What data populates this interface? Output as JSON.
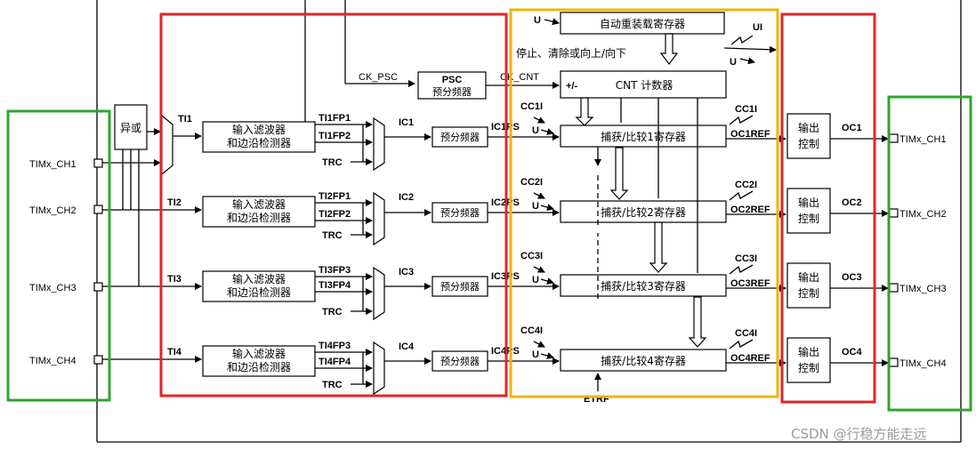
{
  "pins": [
    "TIMx_CH1",
    "TIMx_CH2",
    "TIMx_CH3",
    "TIMx_CH4"
  ],
  "xor_label": "异或",
  "ti": [
    "TI1",
    "TI2",
    "TI3",
    "TI4"
  ],
  "filter_line1": "输入滤波器",
  "filter_line2": "和边沿检测器",
  "tifp": [
    [
      "TI1FP1",
      "TI1FP2"
    ],
    [
      "TI2FP1",
      "TI2FP2"
    ],
    [
      "TI3FP3",
      "TI3FP4"
    ],
    [
      "TI4FP3",
      "TI4FP4"
    ]
  ],
  "trc": "TRC",
  "ic": [
    "IC1",
    "IC2",
    "IC3",
    "IC4"
  ],
  "prescaler_small": "预分频器",
  "icps": [
    "IC1PS",
    "IC2PS",
    "IC3PS",
    "IC4PS"
  ],
  "ccxi": [
    "CC1I",
    "CC2I",
    "CC3I",
    "CC4I"
  ],
  "capture": [
    "捕获/比较1寄存器",
    "捕获/比较2寄存器",
    "捕获/比较3寄存器",
    "捕获/比较4寄存器"
  ],
  "ocref": [
    "OC1REF",
    "OC2REF",
    "OC3REF",
    "OC4REF"
  ],
  "output_line1": "输出",
  "output_line2": "控制",
  "oc": [
    "OC1",
    "OC2",
    "OC3",
    "OC4"
  ],
  "arr": "自动重装载寄存器",
  "u": "U",
  "ui": "UI",
  "stop_text": "停止、清除或向上/向下",
  "ck_psc": "CK_PSC",
  "psc_line1": "PSC",
  "psc_line2": "预分频器",
  "ck_cnt": "CK_CNT",
  "plusminus": "+/-",
  "cnt": "CNT 计数器",
  "etrf": "ETRF",
  "watermark": "CSDN @行稳方能走远",
  "colors": {
    "red": "#e3242b",
    "green": "#2ea52e",
    "yellow": "#f0b400"
  }
}
